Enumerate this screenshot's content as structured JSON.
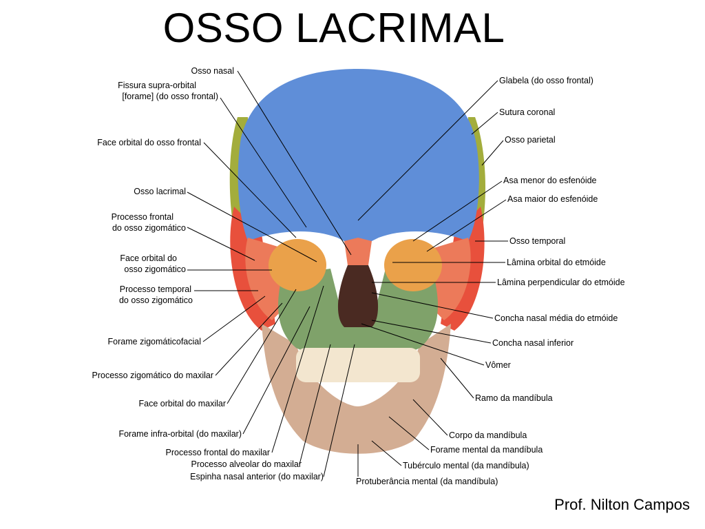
{
  "title": "OSSO LACRIMAL",
  "credit": "Prof. Nilton Campos",
  "colors": {
    "frontal": "#5f8ed8",
    "parietal": "#a3ad3c",
    "temporal": "#e8503c",
    "zygomatic": "#ec7a5a",
    "maxilla": "#7fa26a",
    "mandible": "#d3ad93",
    "sphenoid": "#eaa14a",
    "teeth": "#f3e6cf"
  },
  "labels": {
    "left": [
      "Osso nasal",
      "Fissura supra-orbital",
      "[forame] (do osso frontal)",
      "Face orbital do osso frontal",
      "Osso lacrimal",
      "Processo frontal",
      "do osso zigomático",
      "Face orbital do",
      "osso zigomático",
      "Processo temporal",
      "do osso zigomático",
      "Forame zigomáticofacial",
      "Processo zigomático do maxilar",
      "Face orbital do maxilar",
      "Forame infra-orbital (do maxilar)",
      "Processo frontal do maxilar",
      "Processo alveolar do maxilar",
      "Espinha nasal anterior (do maxilar)"
    ],
    "right": [
      "Glabela (do osso frontal)",
      "Sutura coronal",
      "Osso parietal",
      "Asa menor do esfenóide",
      "Asa maior do esfenóide",
      "Osso temporal",
      "Lâmina orbital do etmóide",
      "Lâmina perpendicular do etmóide",
      "Concha nasal média do etmóide",
      "Concha nasal inferior",
      "Vômer",
      "Ramo da mandíbula",
      "Corpo da mandíbula",
      "Forame mental da mandíbula",
      "Tubérculo mental (da mandíbula)",
      "Protuberância mental (da mandíbula)"
    ]
  }
}
